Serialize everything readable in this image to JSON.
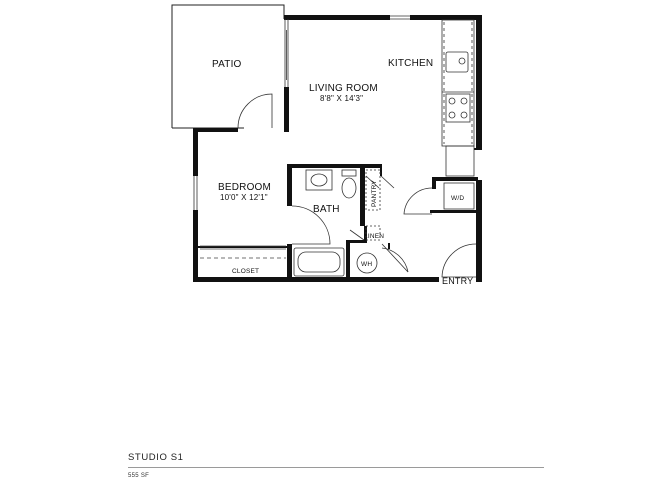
{
  "rooms": {
    "patio": "PATIO",
    "living": "LIVING ROOM",
    "living_dim": "8'8\" X 14'3\"",
    "kitchen": "KITCHEN",
    "bedroom": "BEDROOM",
    "bedroom_dim": "10'0\" X 12'1\"",
    "bath": "BATH",
    "pantry": "PANTRY",
    "linen": "LINEN",
    "closet": "CLOSET",
    "washer_dryer": "W/D",
    "water_heater": "WH",
    "entry": "ENTRY"
  },
  "footer": {
    "plan_name": "STUDIO S1",
    "area": "555 SF"
  }
}
